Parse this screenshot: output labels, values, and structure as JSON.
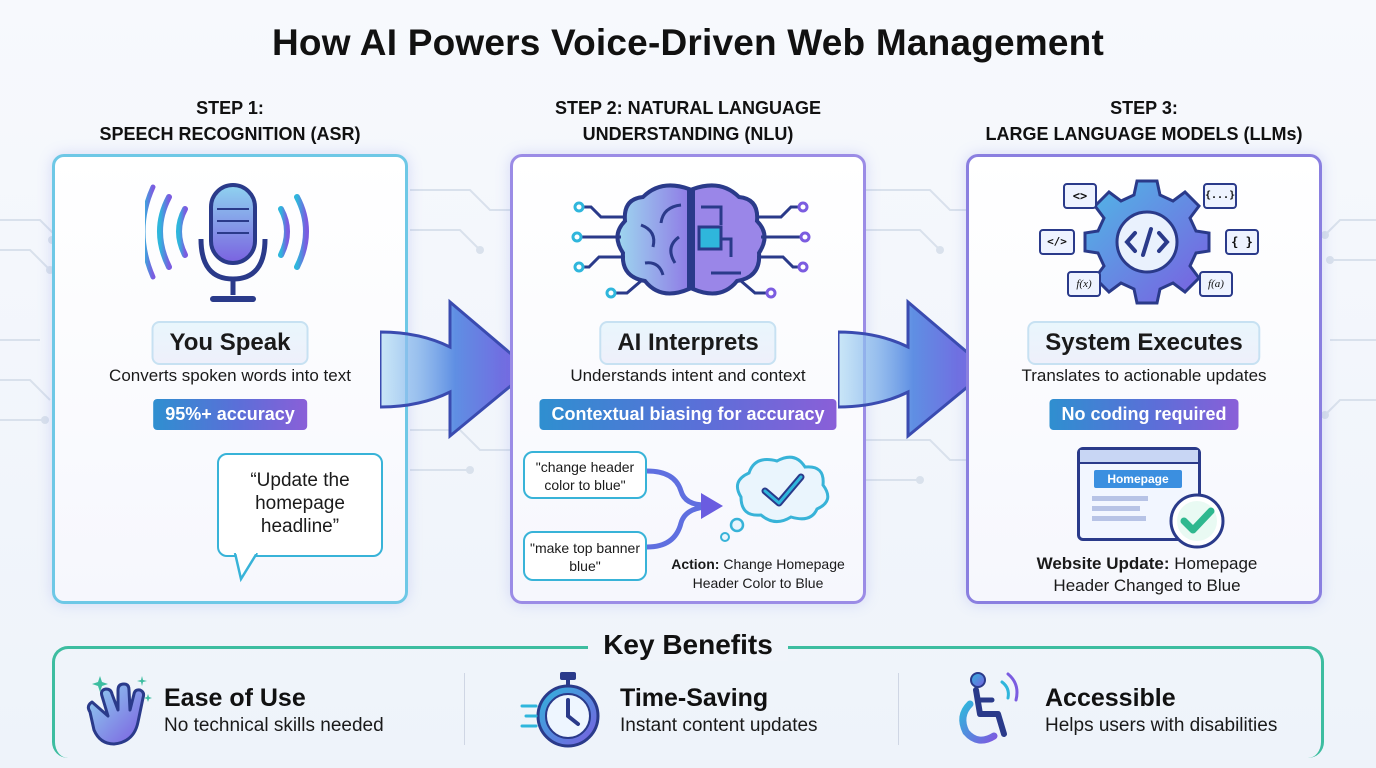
{
  "title": "How AI Powers Voice-Driven Web Management",
  "steps": [
    {
      "label_line1": "STEP 1:",
      "label_line2": "SPEECH RECOGNITION (ASR)",
      "heading": "You Speak",
      "description": "Converts spoken words into text",
      "badge": "95%+ accuracy",
      "quote": "“Update the homepage headline”",
      "icon": "microphone-icon"
    },
    {
      "label_line1": "STEP 2: NATURAL LANGUAGE",
      "label_line2": "UNDERSTANDING (NLU)",
      "heading": "AI Interprets",
      "description": "Understands intent and context",
      "badge": "Contextual biasing for accuracy",
      "phrase_1": "\"change header color to blue\"",
      "phrase_2": "\"make top banner blue\"",
      "action_label": "Action:",
      "action_text": "Change Homepage Header Color to Blue",
      "icon": "brain-circuit-icon"
    },
    {
      "label_line1": "STEP 3:",
      "label_line2": "LARGE LANGUAGE MODELS (LLMs)",
      "heading": "System Executes",
      "description": "Translates to actionable updates",
      "badge": "No coding required",
      "browser_label": "Homepage",
      "update_label": "Website Update:",
      "update_text": "Homepage Header Changed to Blue",
      "icon": "gear-code-icon",
      "code_tags": [
        "<>",
        "{...}",
        "</>",
        "{ }",
        "f(x)",
        "f(a)"
      ]
    }
  ],
  "benefits": {
    "title": "Key Benefits",
    "items": [
      {
        "title": "Ease of Use",
        "description": "No technical skills needed",
        "icon": "hand-sparkle-icon"
      },
      {
        "title": "Time-Saving",
        "description": "Instant content updates",
        "icon": "stopwatch-icon"
      },
      {
        "title": "Accessible",
        "description": "Helps users with disabilities",
        "icon": "accessibility-icon"
      }
    ]
  },
  "colors": {
    "cyan": "#2fb6dc",
    "purple": "#7b5ce0",
    "green": "#3dbda0",
    "navy": "#2a3a8a"
  }
}
